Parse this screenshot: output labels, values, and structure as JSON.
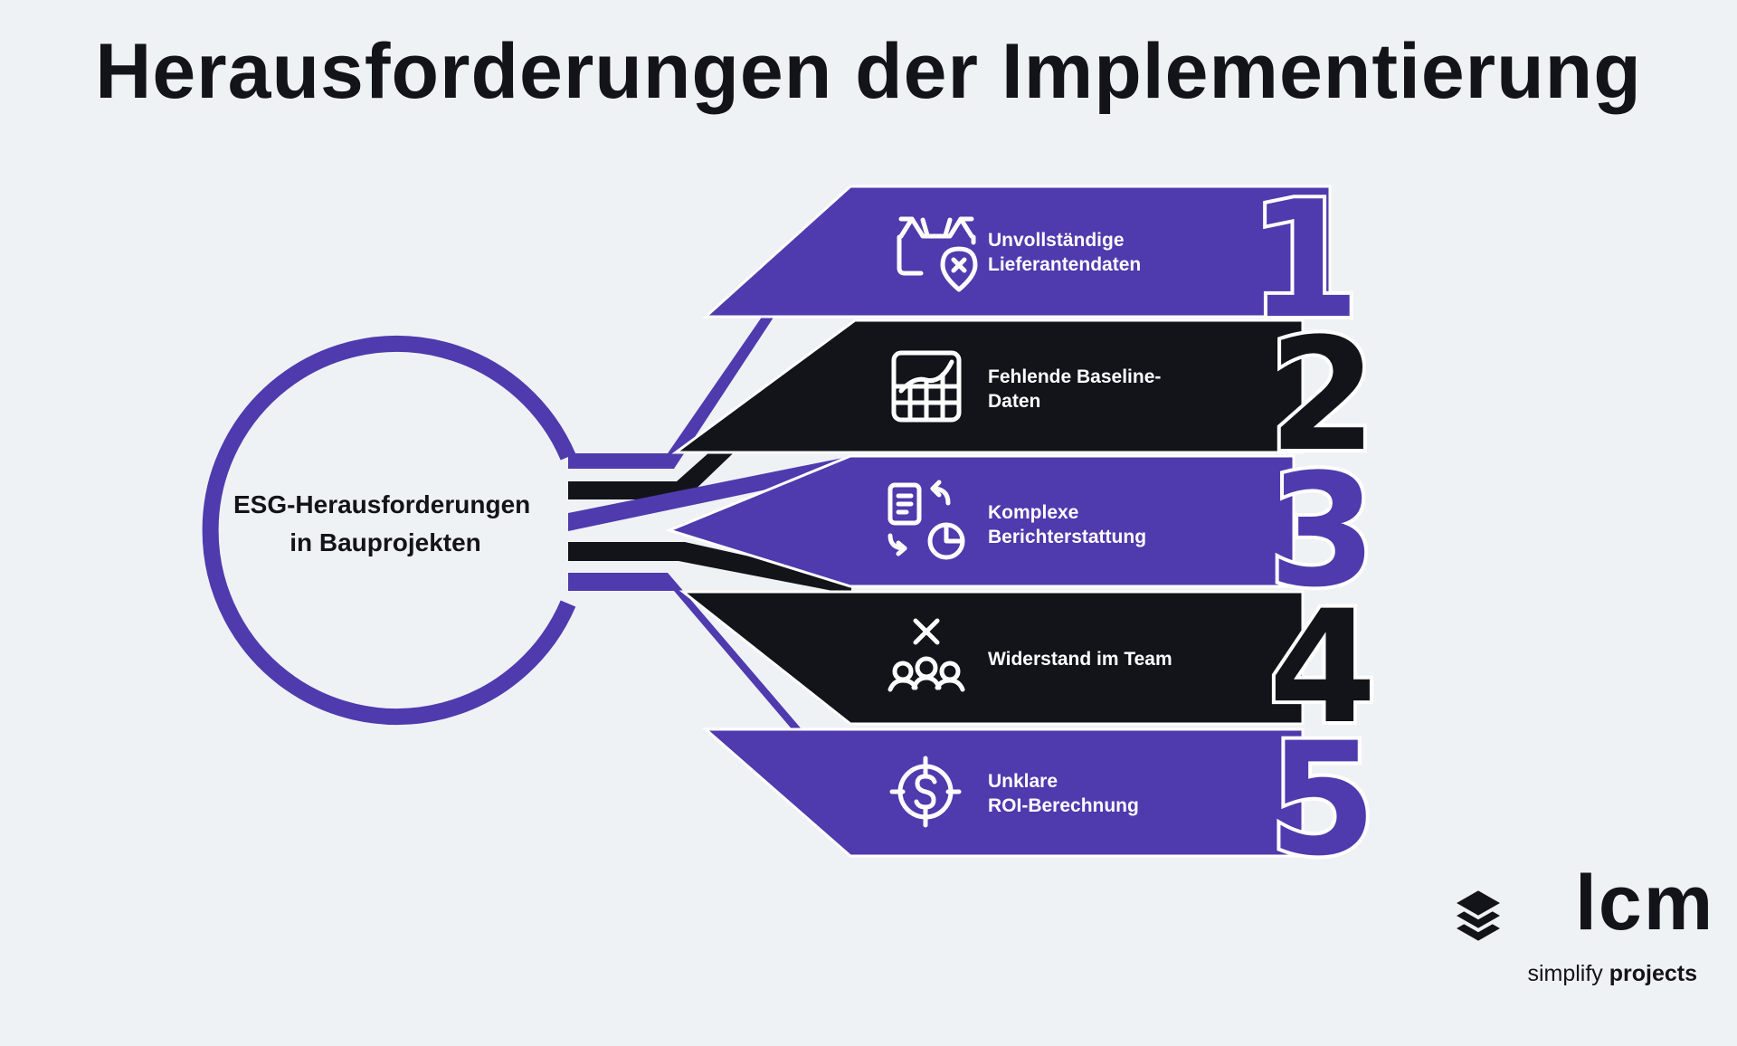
{
  "title": "Herausforderungen der Implementierung",
  "center_label": {
    "line1": "ESG-Herausforderungen",
    "line2": "in Bauprojekten"
  },
  "colors": {
    "purple": "#4f3aae",
    "dark": "#12141a",
    "background": "#eff2f5",
    "white": "#ffffff"
  },
  "challenges": [
    {
      "number": "1",
      "line1": "Unvollständige",
      "line2": "Lieferantendaten",
      "icon": "package-location-x-icon",
      "color": "purple"
    },
    {
      "number": "2",
      "line1": "Fehlende Baseline-",
      "line2": "Daten",
      "icon": "chart-table-icon",
      "color": "dark"
    },
    {
      "number": "3",
      "line1": "Komplexe",
      "line2": "Berichterstattung",
      "icon": "report-cycle-icon",
      "color": "purple"
    },
    {
      "number": "4",
      "line1": "Widerstand im Team",
      "line2": "",
      "icon": "team-rejection-icon",
      "color": "dark"
    },
    {
      "number": "5",
      "line1": "Unklare",
      "line2": "ROI-Berechnung",
      "icon": "dollar-target-icon",
      "color": "purple"
    }
  ],
  "logo": {
    "name": "lcm",
    "tagline_normal": "simplify",
    "tagline_bold": "projects"
  }
}
